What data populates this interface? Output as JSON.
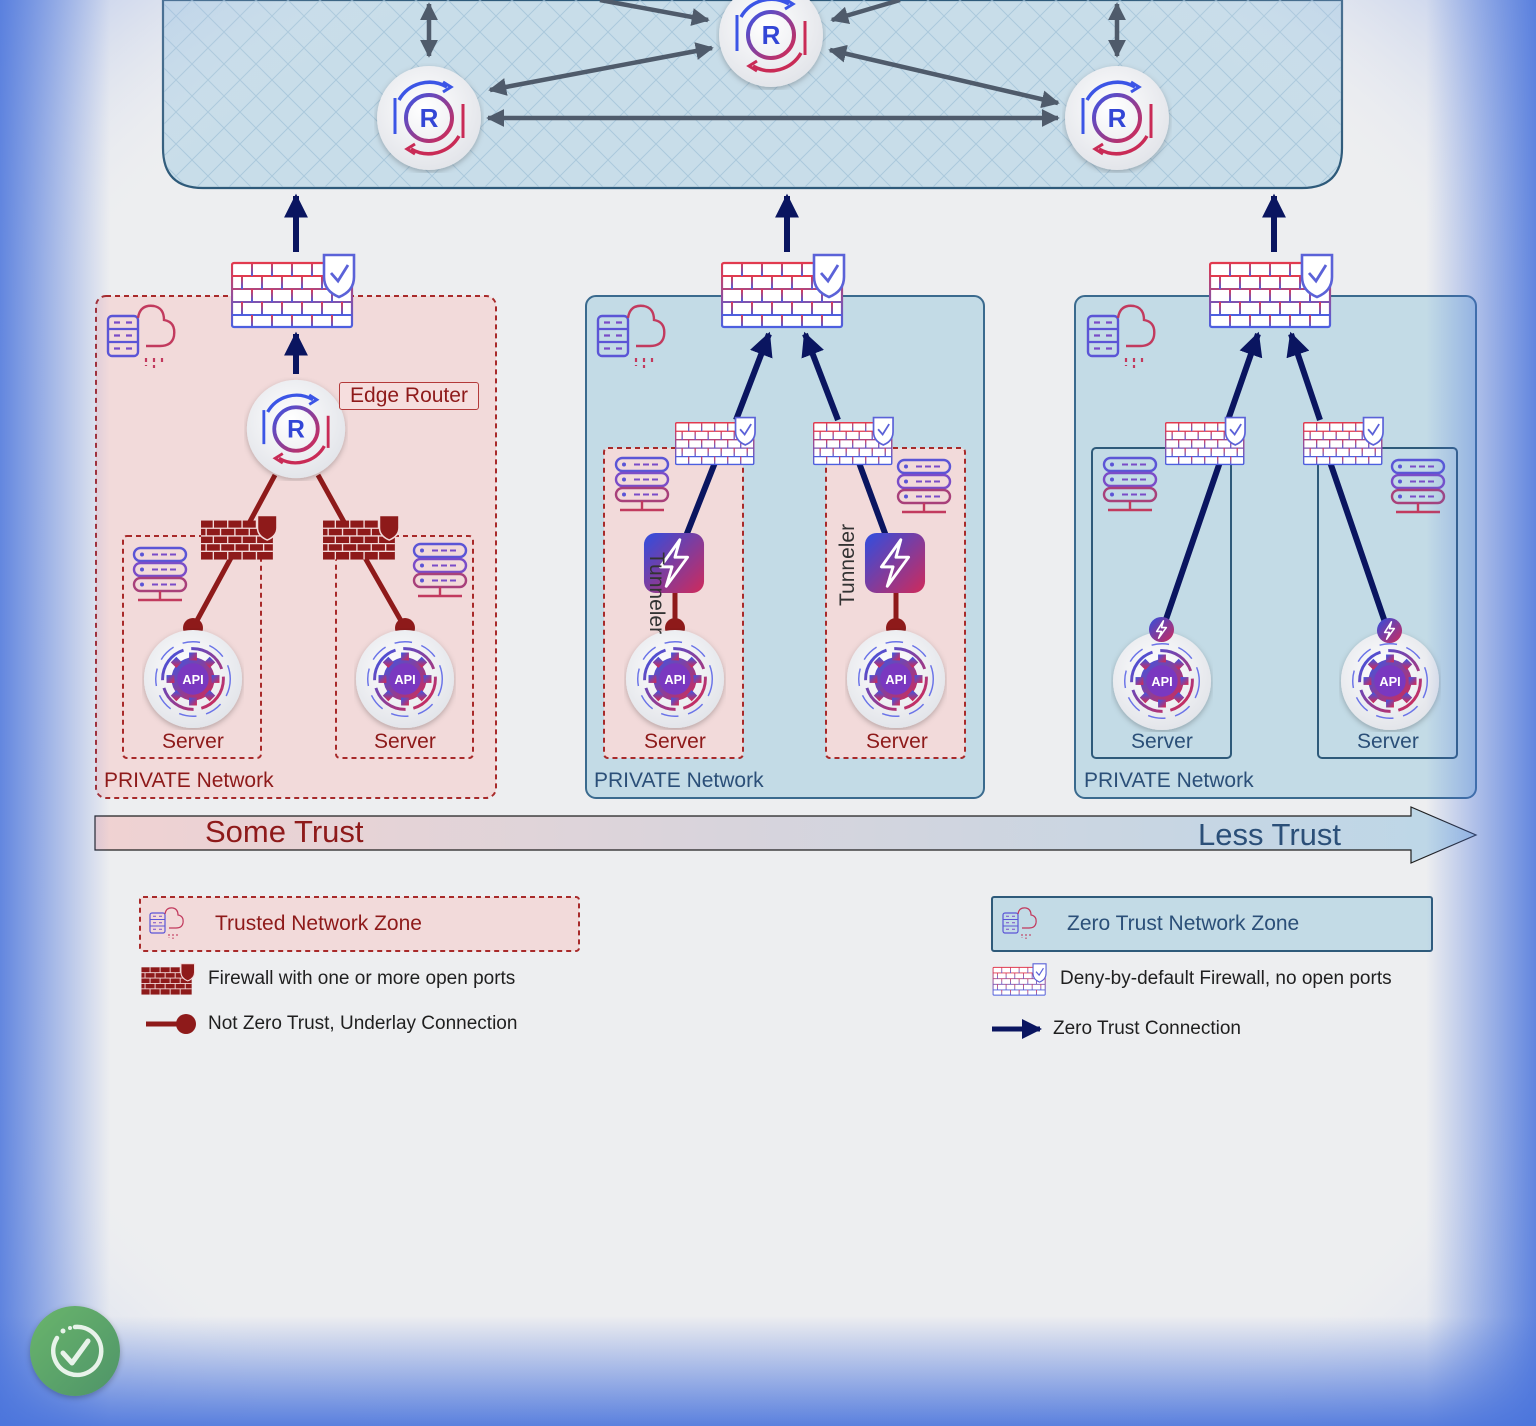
{
  "zones": {
    "private_network_label": "PRIVATE Network",
    "server_label": "Server",
    "edge_router_label": "Edge Router",
    "tunneler_label": "Tunneler"
  },
  "trust_arrow": {
    "left_label": "Some Trust",
    "right_label": "Less Trust"
  },
  "legend": {
    "trusted_zone": "Trusted Network Zone",
    "zero_trust_zone": "Zero Trust Network Zone",
    "open_firewall": "Firewall with one or more open ports",
    "deny_firewall": "Deny-by-default Firewall, no open ports",
    "underlay_connection": "Not Zero Trust, Underlay Connection",
    "zero_trust_connection": "Zero Trust Connection"
  },
  "icons": {
    "router": "router-icon",
    "firewall": "firewall-icon",
    "server": "server-icon",
    "api": "api-icon",
    "tunneler": "tunneler-icon",
    "cloud_server": "cloud-server-icon",
    "badge": "checkmark-badge-icon"
  },
  "colors": {
    "trusted_red": "#8e1a1a",
    "trusted_fill": "#f2dada",
    "zero_trust_fill": "#c3dbe6",
    "zero_trust_border": "#3a6a8e",
    "navy": "#0a1560",
    "gray_link": "#4f5b6b"
  }
}
